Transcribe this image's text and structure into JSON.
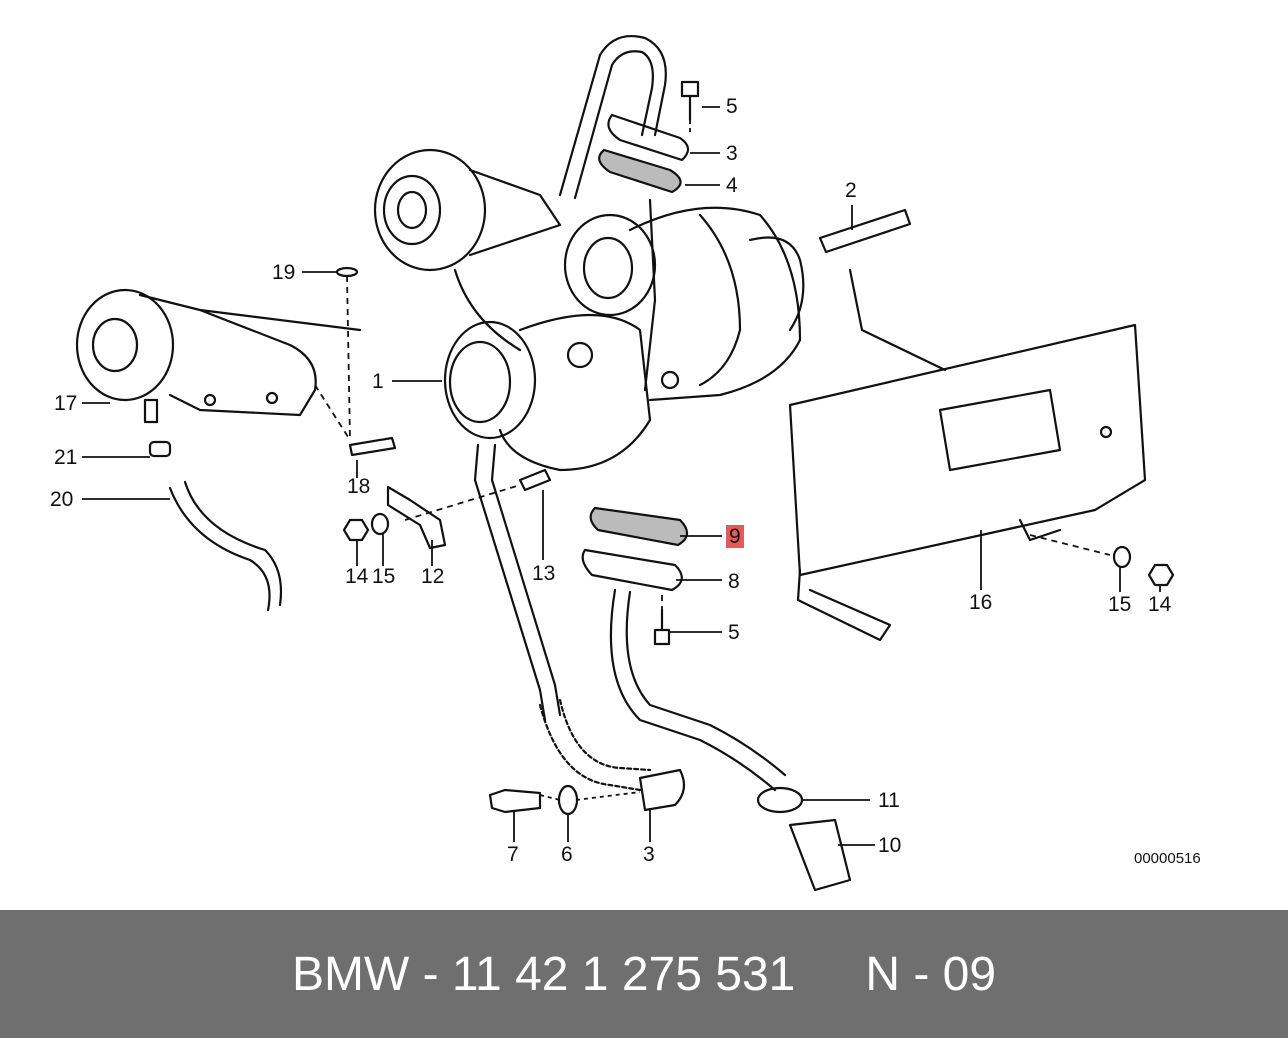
{
  "diagram": {
    "code": "00000516",
    "highlight_color": "#e35a5a",
    "callouts": {
      "c1": "1",
      "c2": "2",
      "c3a": "3",
      "c3b": "3",
      "c4": "4",
      "c5a": "5",
      "c5b": "5",
      "c6": "6",
      "c7": "7",
      "c8": "8",
      "c9": "9",
      "c10": "10",
      "c11": "11",
      "c12": "12",
      "c13": "13",
      "c14a": "14",
      "c14b": "14",
      "c15a": "15",
      "c15b": "15",
      "c16": "16",
      "c17": "17",
      "c18": "18",
      "c19": "19",
      "c20": "20",
      "c21": "21"
    }
  },
  "footer": {
    "part_number": "BMW - 11 42 1 275 531",
    "position": "N - 09",
    "bar_color": "#6f6f6f"
  }
}
